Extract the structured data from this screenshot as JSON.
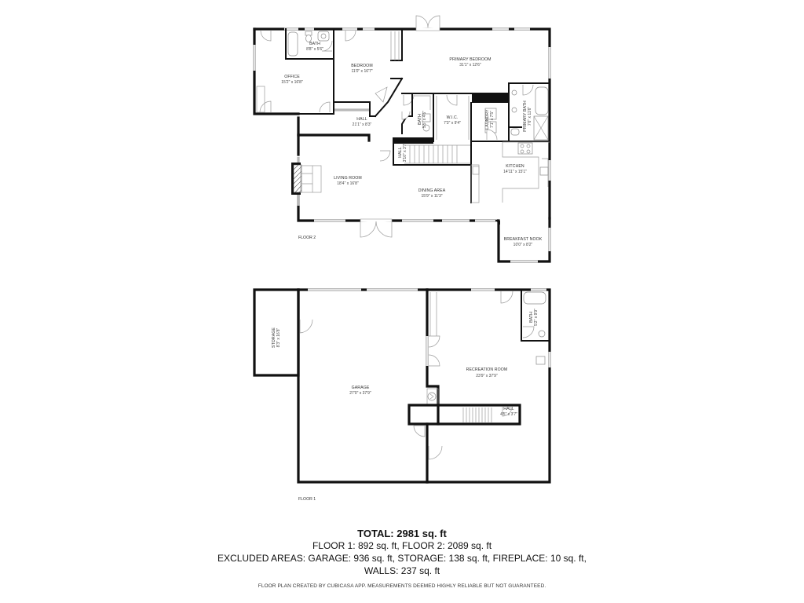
{
  "floor2": {
    "label": "FLOOR 2",
    "rooms": [
      {
        "name": "OFFICE",
        "dims": "15'2\" x 16'8\""
      },
      {
        "name": "BATH",
        "dims": "8'8\" x 5'6\""
      },
      {
        "name": "BEDROOM",
        "dims": "11'0\" x 16'7\""
      },
      {
        "name": "PRIMARY BEDROOM",
        "dims": "31'1\" x 12'6\""
      },
      {
        "name": "HALL",
        "dims": "21'1\" x 8'3\""
      },
      {
        "name": "BATH",
        "dims": "5'5\" x 4'6\""
      },
      {
        "name": "W.I.C.",
        "dims": "7'3\" x 9'4\""
      },
      {
        "name": "LAUNDRY",
        "dims": "7'1\" x 7'5\""
      },
      {
        "name": "PRIMARY BATH",
        "dims": "7'6\" x 11'6\""
      },
      {
        "name": "HALL",
        "dims": "3'10\" x 3'7\""
      },
      {
        "name": "LIVING ROOM",
        "dims": "18'4\" x 16'8\""
      },
      {
        "name": "DINING AREA",
        "dims": "15'9\" x 11'3\""
      },
      {
        "name": "KITCHEN",
        "dims": "14'11\" x 15'1\""
      },
      {
        "name": "BREAKFAST NOOK",
        "dims": "10'0\" x 8'2\""
      }
    ]
  },
  "floor1": {
    "label": "FLOOR 1",
    "rooms": [
      {
        "name": "STORAGE",
        "dims": "8'3\" x 16'8\""
      },
      {
        "name": "GARAGE",
        "dims": "27'0\" x 37'9\""
      },
      {
        "name": "RECREATION ROOM",
        "dims": "23'9\" x 37'9\""
      },
      {
        "name": "BATH",
        "dims": "5'2\" x 9'9\""
      },
      {
        "name": "HALL",
        "dims": "4'5\" x 3'7\""
      }
    ]
  },
  "summary": {
    "total": "TOTAL: 2981 sq. ft",
    "floors": "FLOOR 1: 892 sq. ft, FLOOR 2: 2089 sq. ft",
    "excluded": "EXCLUDED AREAS: GARAGE: 936 sq. ft, STORAGE: 138 sq. ft, FIREPLACE: 10 sq. ft,",
    "walls": "WALLS: 237 sq. ft",
    "credit": "FLOOR PLAN CREATED BY CUBICASA APP. MEASUREMENTS DEEMED HIGHLY RELIABLE BUT NOT GUARANTEED."
  }
}
